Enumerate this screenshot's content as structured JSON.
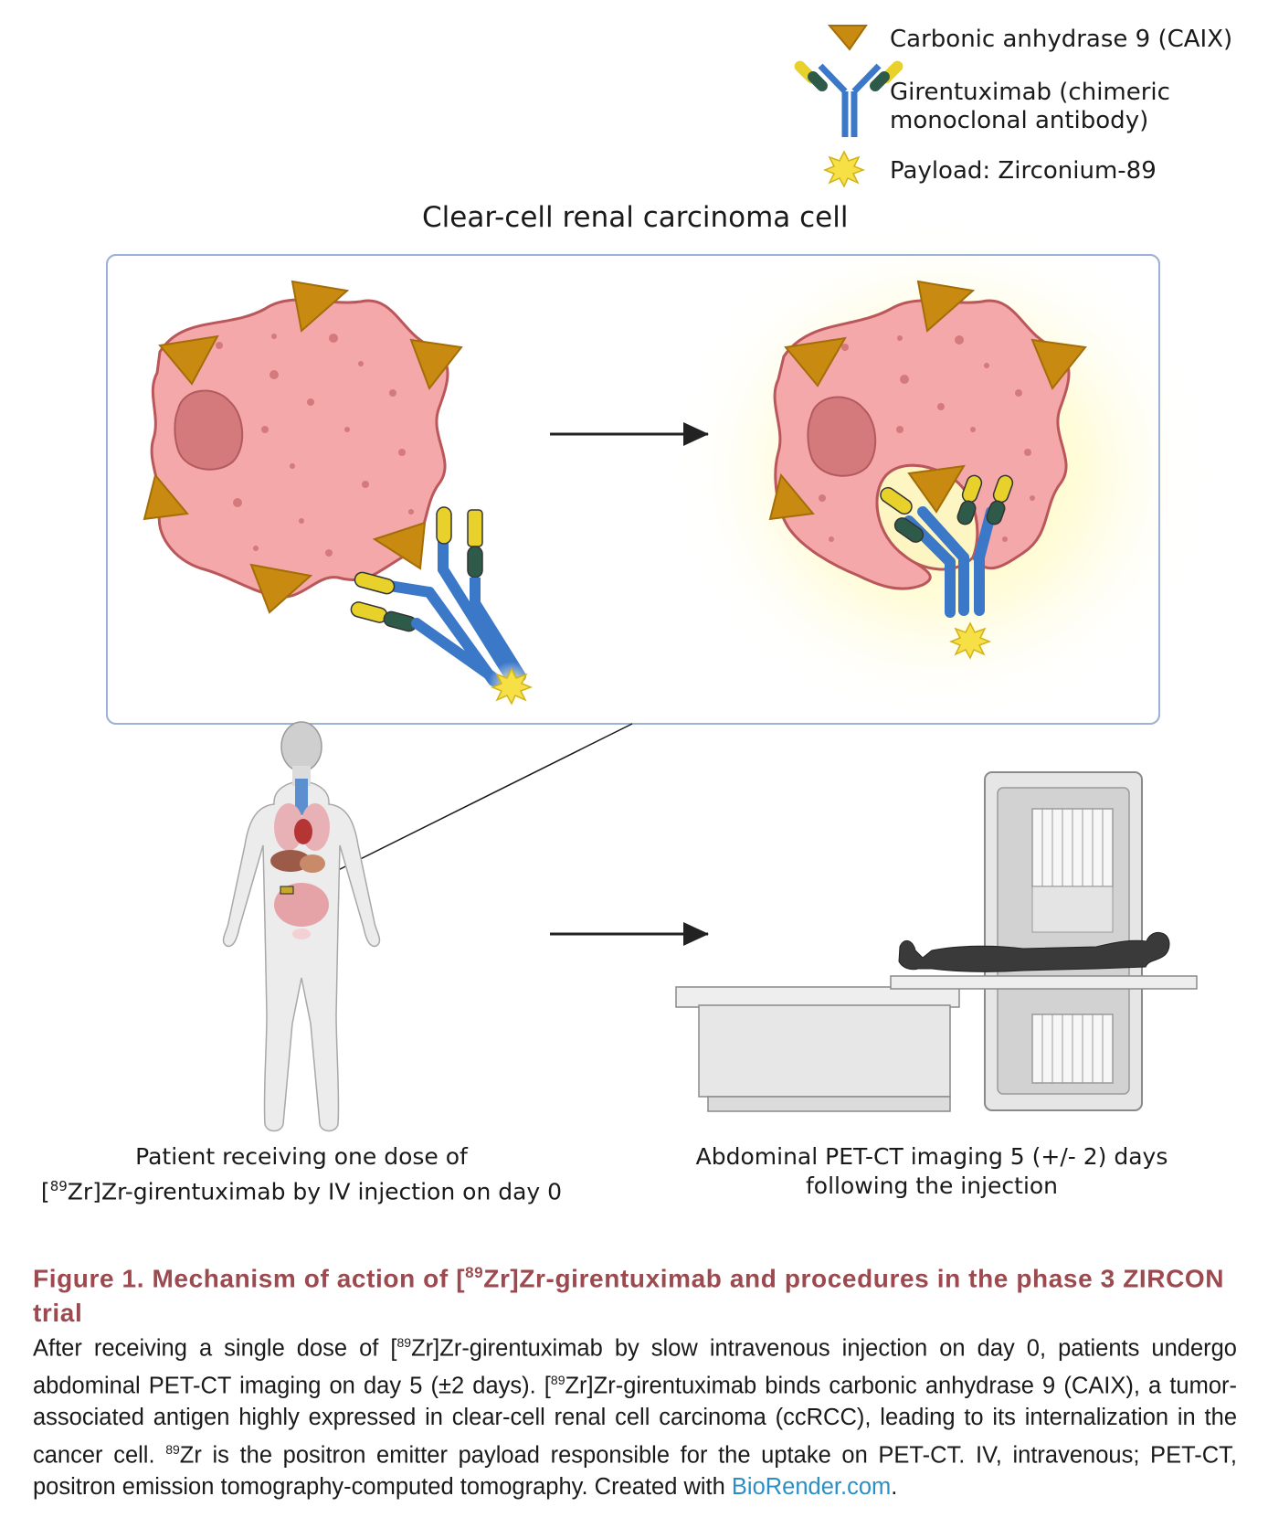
{
  "legend": {
    "caix_label": "Carbonic anhydrase 9 (CAIX)",
    "antibody_label_line1": "Girentuximab (chimeric",
    "antibody_label_line2": "monoclonal antibody)",
    "payload_label": "Payload: Zirconium-89"
  },
  "panel": {
    "title": "Clear-cell renal carcinoma cell"
  },
  "steps": {
    "patient_line1": "Patient receiving one dose of",
    "patient_line2_sup": "89",
    "patient_line2_pre": "[",
    "patient_line2_post": "Zr]Zr-girentuximab by IV injection on day 0",
    "imaging_line1": "Abdominal PET-CT imaging 5 (+/- 2) days",
    "imaging_line2": "following the injection"
  },
  "caption": {
    "title_pre": "Figure 1. Mechanism of action of [",
    "title_sup": "89",
    "title_post": "Zr]Zr-girentuximab and procedures in the phase 3 ZIRCON trial",
    "body_1": "After receiving a single dose of [",
    "sup_1": "89",
    "body_2": "Zr]Zr-girentuximab by slow intravenous injection on day 0, patients undergo abdominal PET-CT imaging on day 5 (±2 days). [",
    "sup_2": "89",
    "body_3": "Zr]Zr-girentuximab binds carbonic anhydrase 9 (CAIX), a tumor-associated antigen highly expressed in clear-cell renal cell carcinoma (ccRCC), leading to its internalization in the cancer cell. ",
    "sup_3": "89",
    "body_4": "Zr is the positron emitter payload responsible for the uptake on PET-CT. IV, intravenous; PET-CT, positron emission tomography-computed tomography. Created with ",
    "link_text": "BioRender.com",
    "body_5": "."
  },
  "colors": {
    "caption_title": "#9c4a4f",
    "link": "#2b8fc6",
    "cell_fill": "#f4a8aa",
    "nucleus_fill": "#d47a7c",
    "caix_fill": "#c98a12",
    "antibody_heavy": "#3c78c8",
    "antibody_light_yellow": "#e8d12a",
    "antibody_light_dark": "#2e5a4a",
    "payload": "#f6e046",
    "panel_border": "#9db3d6"
  }
}
